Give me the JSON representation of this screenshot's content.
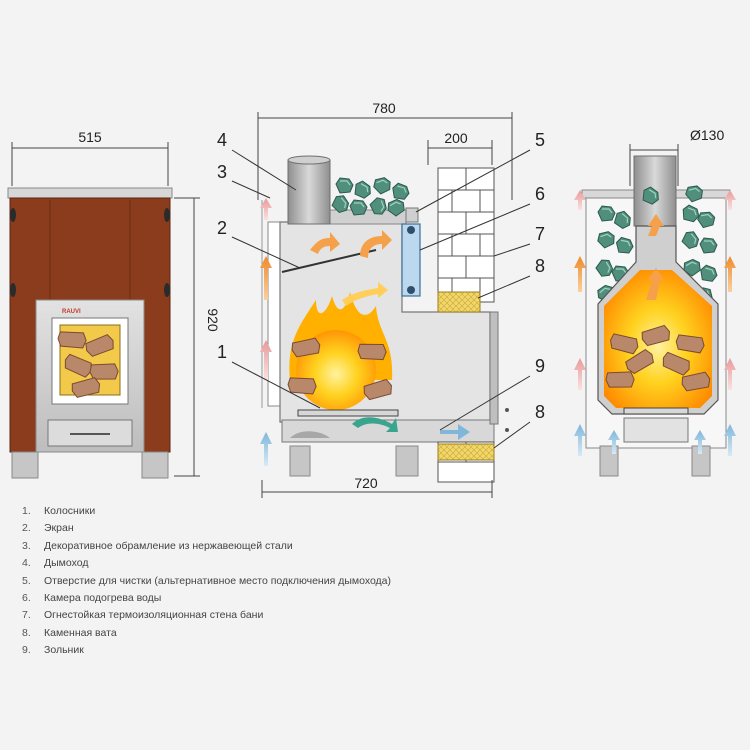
{
  "dimensions": {
    "front_width": "515",
    "height": "920",
    "total_depth": "780",
    "wall_gap": "200",
    "base_depth": "720",
    "chimney_diameter": "Ø130"
  },
  "front_door_brand": "RAUVI",
  "callout_numbers": [
    "1",
    "2",
    "3",
    "4",
    "5",
    "6",
    "7",
    "8",
    "9",
    "8"
  ],
  "legend": [
    {
      "num": "1.",
      "text": "Колосники"
    },
    {
      "num": "2.",
      "text": "Экран"
    },
    {
      "num": "3.",
      "text": "Декоративное обрамление из нержавеющей стали"
    },
    {
      "num": "4.",
      "text": "Дымоход"
    },
    {
      "num": "5.",
      "text": "Отверстие для чистки (альтернативное место подключения дымохода)"
    },
    {
      "num": "6.",
      "text": "Камера подогрева воды"
    },
    {
      "num": "7.",
      "text": "Огнестойкая термоизоляционная стена бани"
    },
    {
      "num": "8.",
      "text": "Каменная вата"
    },
    {
      "num": "9.",
      "text": "Зольник"
    }
  ],
  "colors": {
    "brown_panel": "#8b3c1d",
    "steel": "#c8c8c8",
    "fire": "#ffb000",
    "stone": "#4f8f7c",
    "wool": "#f1d66a",
    "arrow_hot": "#f5a04a",
    "arrow_cold": "#a9cfe6"
  }
}
